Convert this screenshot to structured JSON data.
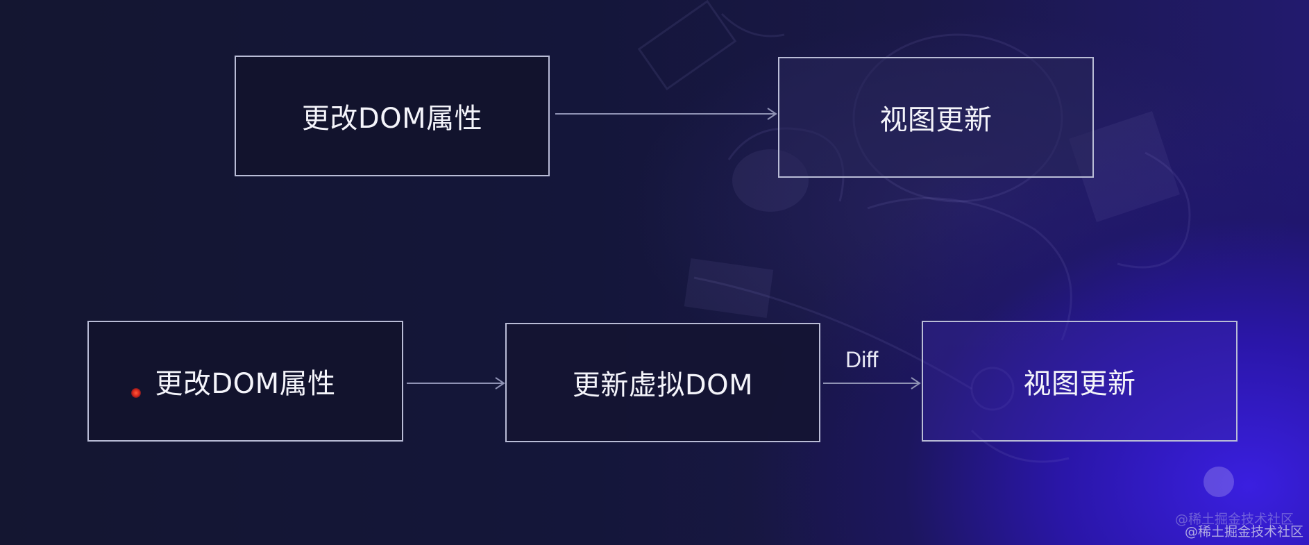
{
  "diagram": {
    "top_row": {
      "left_box": "更改DOM属性",
      "right_box": "视图更新"
    },
    "bottom_row": {
      "left_box": "更改DOM属性",
      "middle_box": "更新虚拟DOM",
      "right_box": "视图更新",
      "edge_label": "Diff"
    }
  },
  "watermark": "@稀土掘金技术社区",
  "colors": {
    "box_border": "#b9bcd6",
    "arrow": "#8f92b4",
    "text": "#f4f4fa",
    "accent_blue": "#3a1fe0",
    "cursor": "#d4241a"
  }
}
